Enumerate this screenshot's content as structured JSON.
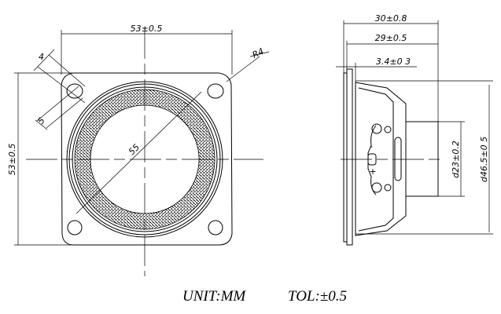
{
  "front_view": {
    "width_dim": "53±0.5",
    "height_dim": "53±0.5",
    "hole_spacing_dim": "4",
    "hole_size_dim": "5",
    "diameter_dim": "55",
    "radius_dim": "R4"
  },
  "side_view": {
    "overall_depth_dim": "30±0.8",
    "body_depth_dim": "29±0.5",
    "flange_dim": "3.4±0 3",
    "magnet_dia_dim": "d23±0.2",
    "frame_dia_dim": "d46.5±0 5",
    "terminal_minus": "-",
    "terminal_plus": "+"
  },
  "footer": {
    "unit": "UNIT:MM",
    "tolerance": "TOL:±0.5"
  }
}
